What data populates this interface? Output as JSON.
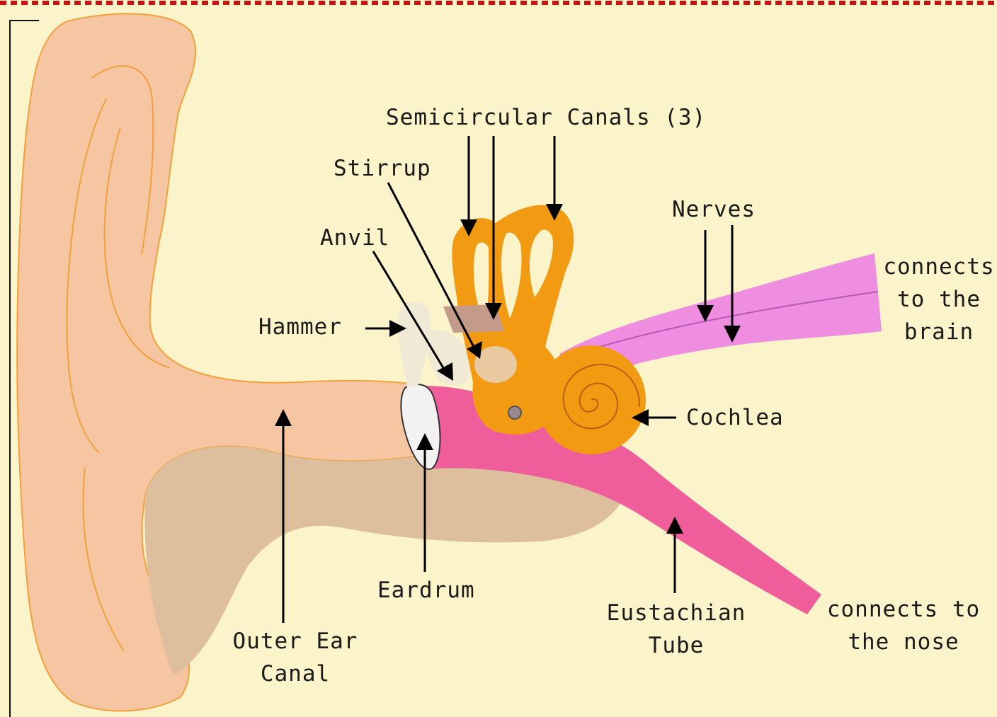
{
  "colors": {
    "background": "#fbf3c9",
    "frame_border": "#cc1111",
    "outer_ear": "#f6c6a2",
    "outer_ear_outline": "#f2a03c",
    "canal_tissue": "#ddbf9d",
    "inner_ear": "#f29a12",
    "tube": "#ef5d9b",
    "nerves": "#ef8ee0",
    "eardrum": "#f2f2f2",
    "stirrup": "#c49a8a"
  },
  "labels": {
    "semicircular_canals": "Semicircular Canals (3)",
    "stirrup": "Stirrup",
    "anvil": "Anvil",
    "hammer": "Hammer",
    "nerves": "Nerves",
    "brain_note": [
      "connects",
      "to the",
      "brain"
    ],
    "cochlea": "Cochlea",
    "eardrum": "Eardrum",
    "eustachian_tube": [
      "Eustachian",
      "Tube"
    ],
    "nose_note": [
      "connects to",
      "the nose"
    ],
    "outer_ear_canal": [
      "Outer Ear",
      "Canal"
    ]
  }
}
